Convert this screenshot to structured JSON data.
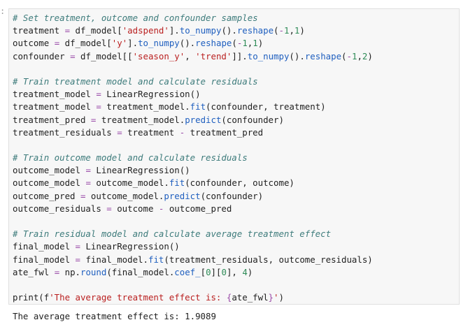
{
  "prompt_marker": ":",
  "code_lines": [
    [
      [
        "cm",
        "# Set treatment, outcome and confounder samples"
      ]
    ],
    [
      [
        "",
        "treatment "
      ],
      [
        "op",
        "="
      ],
      [
        "",
        " df_model["
      ],
      [
        "str",
        "'adspend'"
      ],
      [
        "",
        "]."
      ],
      [
        "fn",
        "to_numpy"
      ],
      [
        "",
        "()."
      ],
      [
        "fn",
        "reshape"
      ],
      [
        "",
        "("
      ],
      [
        "op",
        "-"
      ],
      [
        "num",
        "1"
      ],
      [
        "",
        ","
      ],
      [
        "num",
        "1"
      ],
      [
        "",
        ")"
      ]
    ],
    [
      [
        "",
        "outcome "
      ],
      [
        "op",
        "="
      ],
      [
        "",
        " df_model["
      ],
      [
        "str",
        "'y'"
      ],
      [
        "",
        "]."
      ],
      [
        "fn",
        "to_numpy"
      ],
      [
        "",
        "()."
      ],
      [
        "fn",
        "reshape"
      ],
      [
        "",
        "("
      ],
      [
        "op",
        "-"
      ],
      [
        "num",
        "1"
      ],
      [
        "",
        ","
      ],
      [
        "num",
        "1"
      ],
      [
        "",
        ")"
      ]
    ],
    [
      [
        "",
        "confounder "
      ],
      [
        "op",
        "="
      ],
      [
        "",
        " df_model[["
      ],
      [
        "str",
        "'season_y'"
      ],
      [
        "",
        ", "
      ],
      [
        "str",
        "'trend'"
      ],
      [
        "",
        "]]."
      ],
      [
        "fn",
        "to_numpy"
      ],
      [
        "",
        "()."
      ],
      [
        "fn",
        "reshape"
      ],
      [
        "",
        "("
      ],
      [
        "op",
        "-"
      ],
      [
        "num",
        "1"
      ],
      [
        "",
        ","
      ],
      [
        "num",
        "2"
      ],
      [
        "",
        ")"
      ]
    ],
    [],
    [
      [
        "cm",
        "# Train treatment model and calculate residuals"
      ]
    ],
    [
      [
        "",
        "treatment_model "
      ],
      [
        "op",
        "="
      ],
      [
        "",
        " LinearRegression()"
      ]
    ],
    [
      [
        "",
        "treatment_model "
      ],
      [
        "op",
        "="
      ],
      [
        "",
        " treatment_model."
      ],
      [
        "fn",
        "fit"
      ],
      [
        "",
        "(confounder, treatment)"
      ]
    ],
    [
      [
        "",
        "treatment_pred "
      ],
      [
        "op",
        "="
      ],
      [
        "",
        " treatment_model."
      ],
      [
        "fn",
        "predict"
      ],
      [
        "",
        "(confounder)"
      ]
    ],
    [
      [
        "",
        "treatment_residuals "
      ],
      [
        "op",
        "="
      ],
      [
        "",
        " treatment "
      ],
      [
        "op",
        "-"
      ],
      [
        "",
        " treatment_pred"
      ]
    ],
    [],
    [
      [
        "cm",
        "# Train outcome model and calculate residuals"
      ]
    ],
    [
      [
        "",
        "outcome_model "
      ],
      [
        "op",
        "="
      ],
      [
        "",
        " LinearRegression()"
      ]
    ],
    [
      [
        "",
        "outcome_model "
      ],
      [
        "op",
        "="
      ],
      [
        "",
        " outcome_model."
      ],
      [
        "fn",
        "fit"
      ],
      [
        "",
        "(confounder, outcome)"
      ]
    ],
    [
      [
        "",
        "outcome_pred "
      ],
      [
        "op",
        "="
      ],
      [
        "",
        " outcome_model."
      ],
      [
        "fn",
        "predict"
      ],
      [
        "",
        "(confounder)"
      ]
    ],
    [
      [
        "",
        "outcome_residuals "
      ],
      [
        "op",
        "="
      ],
      [
        "",
        " outcome "
      ],
      [
        "op",
        "-"
      ],
      [
        "",
        " outcome_pred"
      ]
    ],
    [],
    [
      [
        "cm",
        "# Train residual model and calculate average treatment effect"
      ]
    ],
    [
      [
        "",
        "final_model "
      ],
      [
        "op",
        "="
      ],
      [
        "",
        " LinearRegression()"
      ]
    ],
    [
      [
        "",
        "final_model "
      ],
      [
        "op",
        "="
      ],
      [
        "",
        " final_model."
      ],
      [
        "fn",
        "fit"
      ],
      [
        "",
        "(treatment_residuals, outcome_residuals)"
      ]
    ],
    [
      [
        "",
        "ate_fwl "
      ],
      [
        "op",
        "="
      ],
      [
        "",
        " np."
      ],
      [
        "fn",
        "round"
      ],
      [
        "",
        "(final_model."
      ],
      [
        "fn",
        "coef_"
      ],
      [
        "",
        "["
      ],
      [
        "num",
        "0"
      ],
      [
        "",
        "]["
      ],
      [
        "num",
        "0"
      ],
      [
        "",
        "], "
      ],
      [
        "num",
        "4"
      ],
      [
        "",
        ")"
      ]
    ],
    [],
    [
      [
        "",
        "print(f"
      ],
      [
        "str",
        "'The average treatment effect is: "
      ],
      [
        "op",
        "{"
      ],
      [
        "",
        "ate_fwl"
      ],
      [
        "op",
        "}"
      ],
      [
        "str",
        "'"
      ],
      [
        "",
        ")"
      ]
    ]
  ],
  "output_text": "The average treatment effect is: 1.9089",
  "colors": {
    "comment": "#3d7b7b",
    "string": "#ba2121",
    "function": "#1f5fbf",
    "operator": "#9a4aa8",
    "number": "#2e8b57",
    "cell_background": "#f7f7f7"
  }
}
